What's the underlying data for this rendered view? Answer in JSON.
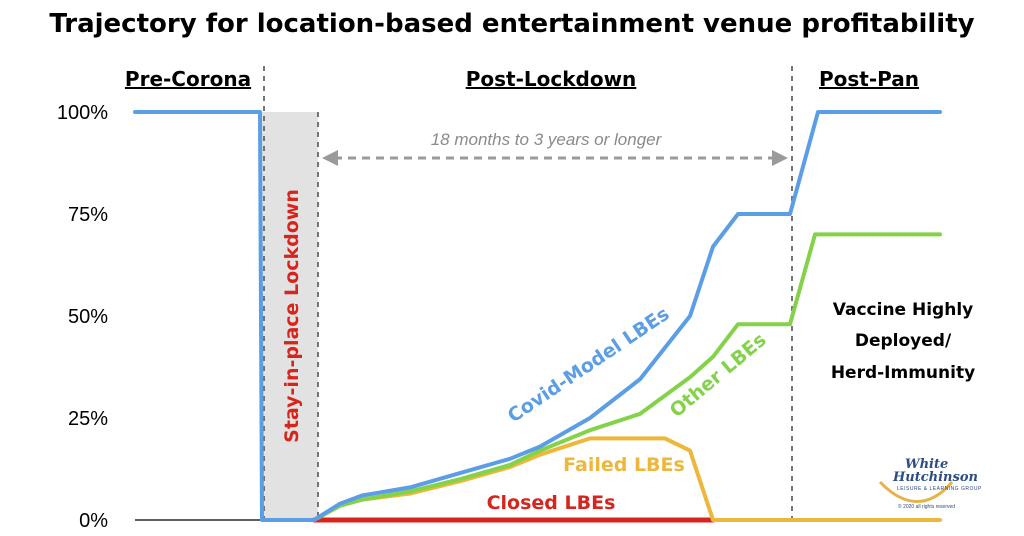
{
  "chart_data": {
    "type": "line",
    "title": "Trajectory for location-based entertainment venue profitability",
    "sections": [
      "Pre-Corona",
      "Post-Lockdown",
      "Post-Pan"
    ],
    "ylim": [
      0,
      100
    ],
    "yticks": [
      0,
      25,
      50,
      75,
      100
    ],
    "ytick_labels": [
      "0%",
      "25%",
      "50%",
      "75%",
      "100%"
    ],
    "span_annotation": "18 months to 3 years or longer",
    "lockdown_label": "Stay-in-place Lockdown",
    "vaccine_label": [
      "Vaccine Highly",
      "Deployed/",
      "Herd-Immunity"
    ],
    "series": [
      {
        "name": "Covid-Model LBEs",
        "color": "#5b9ee6",
        "points": [
          [
            135,
            100
          ],
          [
            230,
            100
          ],
          [
            260,
            100
          ],
          [
            262,
            0
          ],
          [
            314,
            0
          ],
          [
            340,
            4
          ],
          [
            362,
            6
          ],
          [
            410,
            8
          ],
          [
            460,
            11.5
          ],
          [
            510,
            15
          ],
          [
            540,
            18
          ],
          [
            590,
            25
          ],
          [
            640,
            34.5
          ],
          [
            690,
            50
          ],
          [
            713,
            67
          ],
          [
            738,
            75
          ],
          [
            790,
            75
          ],
          [
            818,
            100
          ],
          [
            940,
            100
          ]
        ]
      },
      {
        "name": "Other LBEs",
        "color": "#84d24a",
        "points": [
          [
            314,
            0
          ],
          [
            340,
            3.5
          ],
          [
            362,
            5
          ],
          [
            410,
            7
          ],
          [
            460,
            10
          ],
          [
            510,
            13.5
          ],
          [
            540,
            17
          ],
          [
            590,
            22
          ],
          [
            640,
            26
          ],
          [
            690,
            35
          ],
          [
            713,
            40
          ],
          [
            738,
            48
          ],
          [
            790,
            48
          ],
          [
            815,
            70
          ],
          [
            940,
            70
          ]
        ]
      },
      {
        "name": "Failed LBEs",
        "color": "#ecb73a",
        "points": [
          [
            314,
            0
          ],
          [
            340,
            3.5
          ],
          [
            362,
            5
          ],
          [
            410,
            6.5
          ],
          [
            460,
            9.5
          ],
          [
            510,
            13
          ],
          [
            540,
            16
          ],
          [
            590,
            20
          ],
          [
            640,
            20
          ],
          [
            665,
            20
          ],
          [
            690,
            17
          ],
          [
            713,
            0
          ],
          [
            940,
            0
          ]
        ]
      },
      {
        "name": "Closed LBEs",
        "color": "#d6251d",
        "points": [
          [
            314,
            0
          ],
          [
            713,
            0
          ]
        ]
      }
    ]
  },
  "logo": {
    "line1": "White",
    "line2": "Hutchinson",
    "sub": "LEISURE & LEARNING GROUP",
    "copyright": "© 2020 all rights reserved",
    "color": "#2d4c84",
    "accent": "#e6b34a"
  }
}
